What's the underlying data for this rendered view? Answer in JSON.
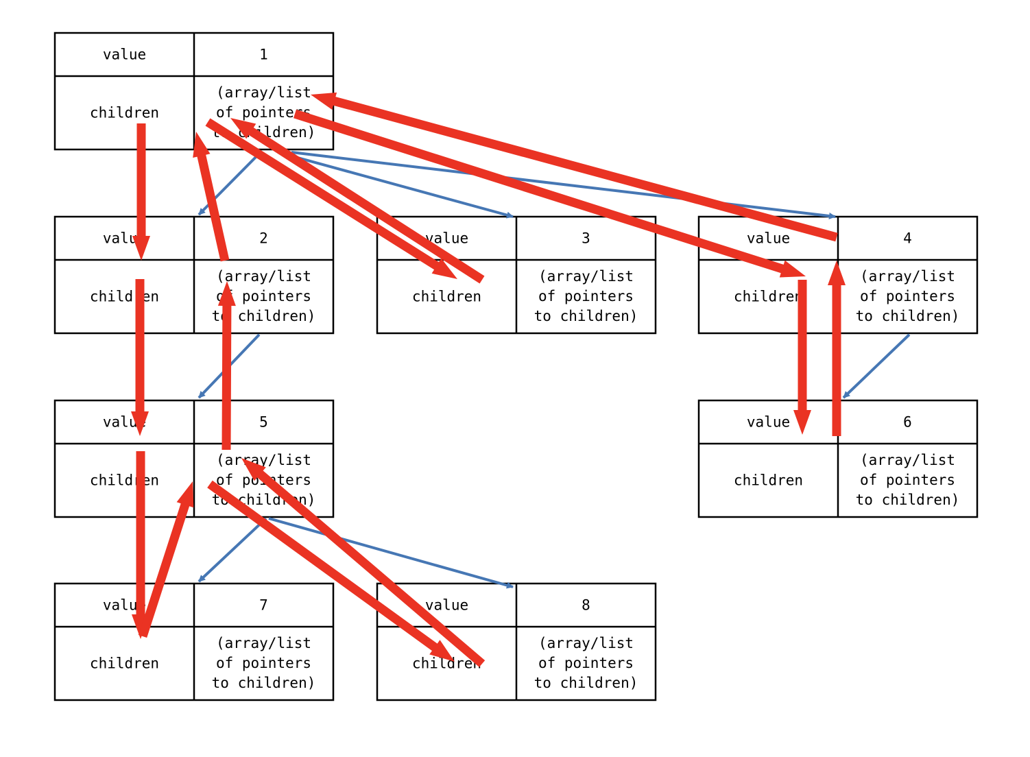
{
  "labels": {
    "value": "value",
    "children": "children",
    "pointer_lines": [
      "(array/list",
      "of pointers",
      "to children)"
    ]
  },
  "nodes": [
    {
      "id": "1",
      "value": "1"
    },
    {
      "id": "2",
      "value": "2"
    },
    {
      "id": "3",
      "value": "3"
    },
    {
      "id": "4",
      "value": "4"
    },
    {
      "id": "5",
      "value": "5"
    },
    {
      "id": "6",
      "value": "6"
    },
    {
      "id": "7",
      "value": "7"
    },
    {
      "id": "8",
      "value": "8"
    }
  ],
  "tree_edges": [
    {
      "from": "1",
      "to": "2"
    },
    {
      "from": "1",
      "to": "3"
    },
    {
      "from": "1",
      "to": "4"
    },
    {
      "from": "2",
      "to": "5"
    },
    {
      "from": "4",
      "to": "6"
    },
    {
      "from": "5",
      "to": "7"
    },
    {
      "from": "5",
      "to": "8"
    }
  ],
  "traversal_path": [
    "1",
    "2",
    "5",
    "7",
    "5",
    "8",
    "5",
    "2",
    "1",
    "3",
    "1",
    "4",
    "6",
    "4",
    "1"
  ],
  "colors": {
    "tree_edge": "#4677b4",
    "traversal_arrow": "#ea3323",
    "border": "#000000"
  }
}
